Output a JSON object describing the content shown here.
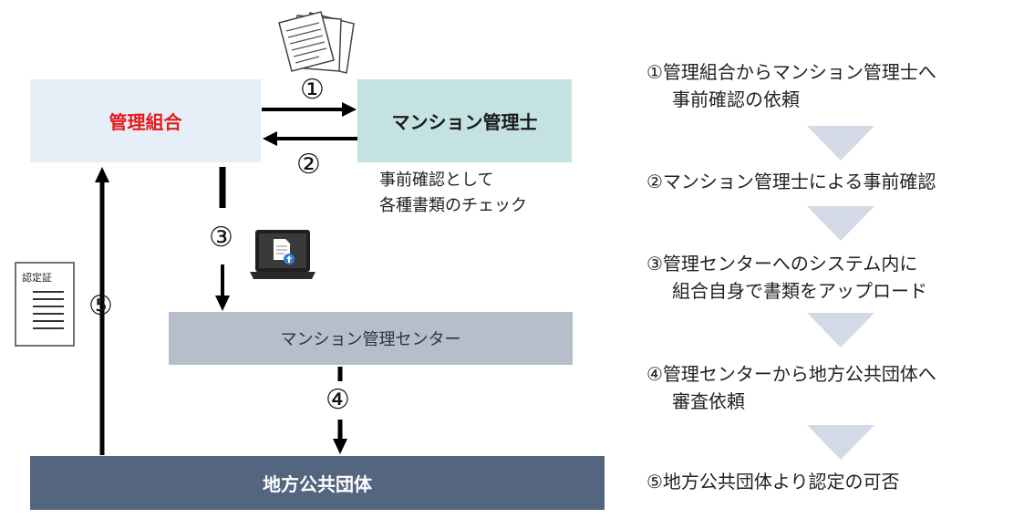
{
  "diagram": {
    "kanri_kumiai": "管理組合",
    "mansion_kanrishi": "マンション管理士",
    "kanri_center": "マンション管理センター",
    "chihou_kokyo_dantai": "地方公共団体",
    "check_note_line1": "事前確認として",
    "check_note_line2": "各種書類のチェック",
    "certificate_label": "認定証",
    "markers": [
      "①",
      "②",
      "③",
      "④",
      "⑤"
    ],
    "colors": {
      "kanri_kumiai_fill": "#e6eef8",
      "kanri_kumiai_text": "#e31b1b",
      "mansion_kanrishi_fill": "#c5e2e2",
      "kanri_center_fill": "#b6bec9",
      "dantai_fill": "#54657f",
      "step_chevron": "#d3d9e6"
    }
  },
  "steps": [
    {
      "line1": "①管理組合からマンション管理士へ",
      "line2": "事前確認の依頼"
    },
    {
      "line1": "②マンション管理士による事前確認",
      "line2": ""
    },
    {
      "line1": "③管理センターへのシステム内に",
      "line2": "組合自身で書類をアップロード"
    },
    {
      "line1": "④管理センターから地方公共団体へ",
      "line2": "審査依頼"
    },
    {
      "line1": "⑤地方公共団体より認定の可否",
      "line2": ""
    }
  ],
  "icons": [
    "documents-icon",
    "laptop-upload-icon",
    "certificate-icon",
    "chevron-down-icon"
  ]
}
